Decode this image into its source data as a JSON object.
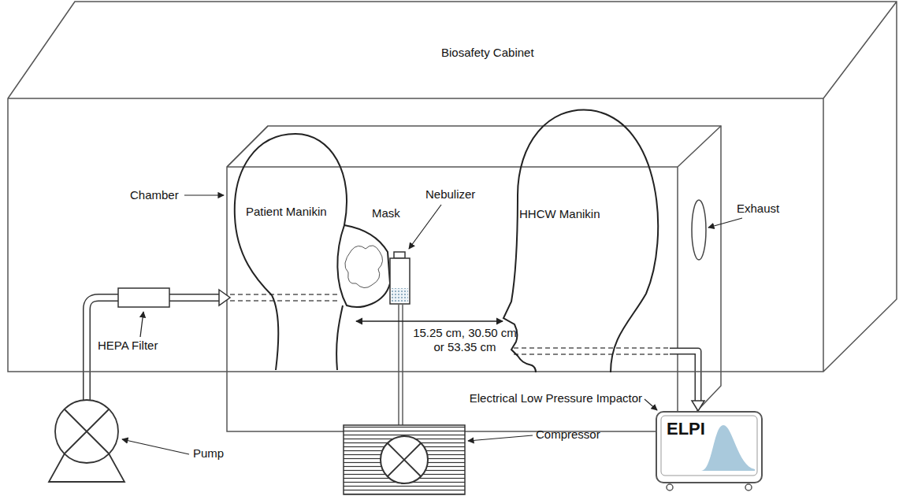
{
  "diagram": {
    "nodes": [
      {
        "text": [
          "Biosafety Cabinet"
        ]
      },
      {
        "text": [
          "Patient Manikin"
        ],
        "in": 0
      },
      {
        "text": [
          "HHCW Manikin"
        ],
        "in": 0
      },
      {
        "text": [
          "ELPI"
        ]
      }
    ],
    "edges": [
      {
        "from": 2,
        "to": 3,
        "arrow": "to"
      }
    ],
    "labels": [
      "Chamber",
      "Mask",
      "Nebulizer",
      "Exhaust",
      "HEPA Filter",
      "15.25 cm, 30.50 cm or 53.35 cm",
      "Electrical Low Pressure Impactor",
      "Pump",
      "Compressor"
    ]
  }
}
